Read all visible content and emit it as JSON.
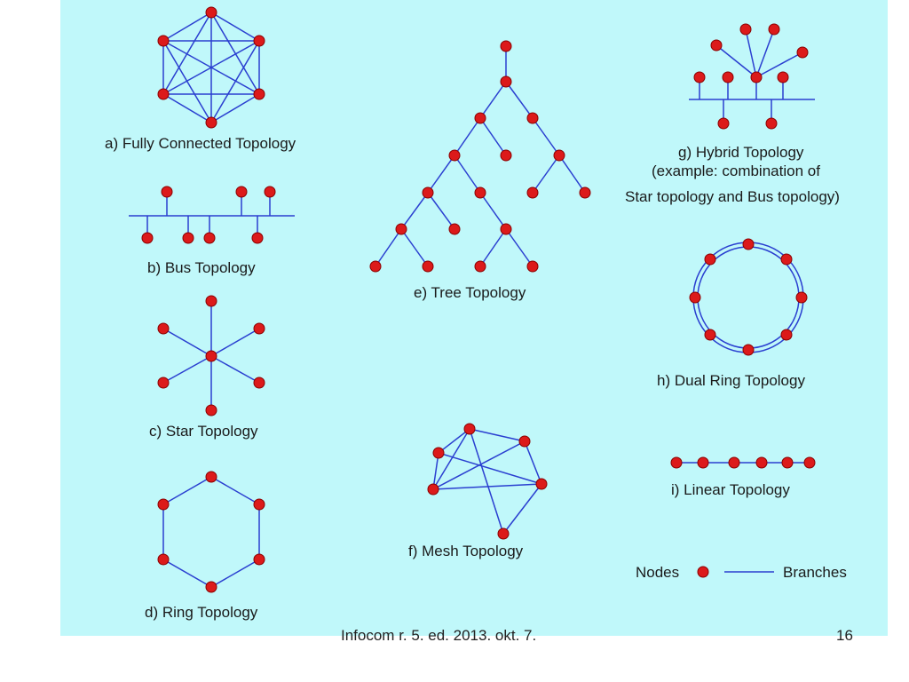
{
  "labels": {
    "fully_connected": "a) Fully Connected Topology",
    "bus": "b) Bus Topology",
    "star": "c) Star Topology",
    "ring": "d) Ring Topology",
    "tree": "e) Tree Topology",
    "mesh": "f) Mesh Topology",
    "hybrid_line1": "g) Hybrid Topology",
    "hybrid_line2": "(example: combination of",
    "hybrid_line3": "Star topology and Bus topology)",
    "dual_ring": "h) Dual Ring Topology",
    "linear": "i) Linear Topology"
  },
  "legend": {
    "nodes": "Nodes",
    "branches": "Branches"
  },
  "footer": {
    "text": "Infocom r. 5. ed. 2013. okt. 7.",
    "page": "16"
  },
  "colors": {
    "background": "#c0f8fa",
    "node": "#dc1a1a",
    "edge": "#2a3fd0"
  }
}
